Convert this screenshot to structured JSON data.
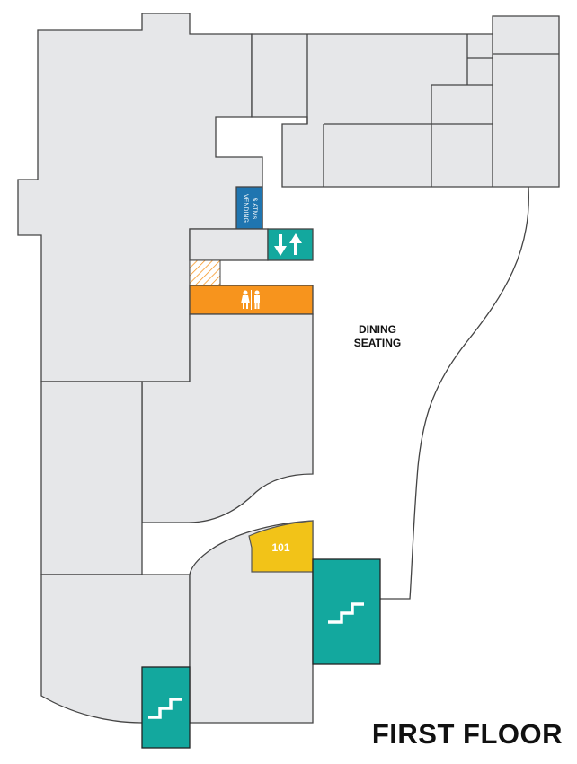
{
  "map": {
    "title": "FIRST FLOOR",
    "dining_label_line1": "DINING",
    "dining_label_line2": "SEATING",
    "vending_label_line1": "VENDING",
    "vending_label_line2": "& ATMs",
    "unit_101": "101",
    "colors": {
      "room": "#e6e7e9",
      "stairs_elevator": "#13a89e",
      "restroom": "#f7941d",
      "vending": "#1f75b0",
      "unit_101": "#f2c318"
    },
    "icons": [
      "elevator-icon",
      "restroom-icon",
      "stairs-icon",
      "stairs-icon",
      "hatched-area"
    ]
  }
}
